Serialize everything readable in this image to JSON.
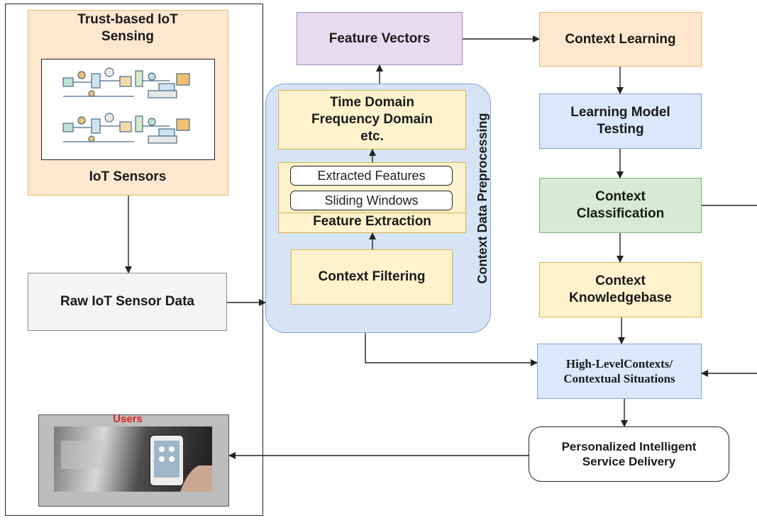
{
  "sensing": {
    "title": "Trust-based IoT Sensing",
    "sensors_label": "IoT Sensors",
    "illustration_icon": "iot-devices-illustration"
  },
  "raw_data": {
    "label": "Raw IoT Sensor Data"
  },
  "users": {
    "label": "Users",
    "label_color": "#e02020",
    "photo_icon": "smartphone-home-photo"
  },
  "preprocessing": {
    "label": "Context Data Preprocessing",
    "domains_label": "Time Domain Frequency Domain etc.",
    "extracted_features": "Extracted Features",
    "sliding_windows": "Sliding Windows",
    "feature_extraction": "Feature Extraction",
    "context_filtering": "Context Filtering"
  },
  "feature_vectors": {
    "label": "Feature Vectors"
  },
  "pipeline": {
    "context_learning": "Context Learning",
    "learning_model_testing": "Learning Model Testing",
    "context_classification": "Context Classification",
    "context_knowledgebase": "Context Knowledgebase",
    "high_level_contexts": "High-LevelContexts/ Contextual Situations",
    "service_delivery": "Personalized Intelligent Service Delivery"
  },
  "colors": {
    "orange_fill": "#fde8cf",
    "yellow_fill": "#fff2cc",
    "purple_fill": "#e6dcf0",
    "blue_fill": "#dbe8fb",
    "green_fill": "#d7ebd4",
    "grey_fill": "#f4f4f4",
    "preprocessing_fill": "#d6e4f6"
  }
}
